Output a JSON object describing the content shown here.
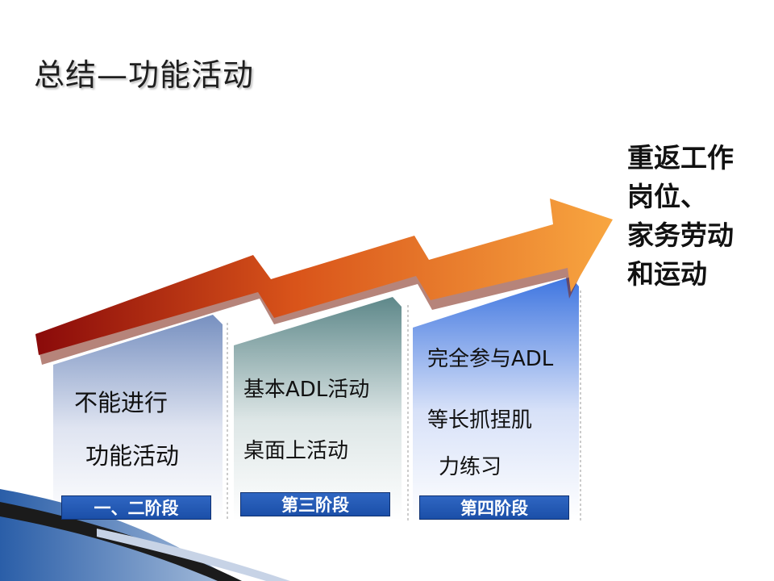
{
  "title": "总结—功能活动",
  "columns": [
    {
      "lines": [
        "不能进行",
        "功能活动"
      ],
      "stage_label": "一、二阶段"
    },
    {
      "lines": [
        "基本ADL活动",
        "桌面上活动"
      ],
      "stage_label": "第三阶段"
    },
    {
      "lines": [
        "完全参与ADL",
        "等长抓捏肌",
        "力练习"
      ],
      "stage_label": "第四阶段"
    }
  ],
  "goal_lines": [
    "重返工作",
    "岗位、",
    "家务劳动",
    "和运动"
  ],
  "colors": {
    "arrow_start": "#8a0a0a",
    "arrow_mid": "#d9541a",
    "arrow_end": "#f8a640",
    "stage_blue": "#1f56b0",
    "col1_top": "#7790c0",
    "col2_top": "#5e888a",
    "col3_top": "#3e75e0"
  },
  "icons": [
    "blue-corner-swoosh-icon",
    "zigzag-arrow-icon"
  ]
}
